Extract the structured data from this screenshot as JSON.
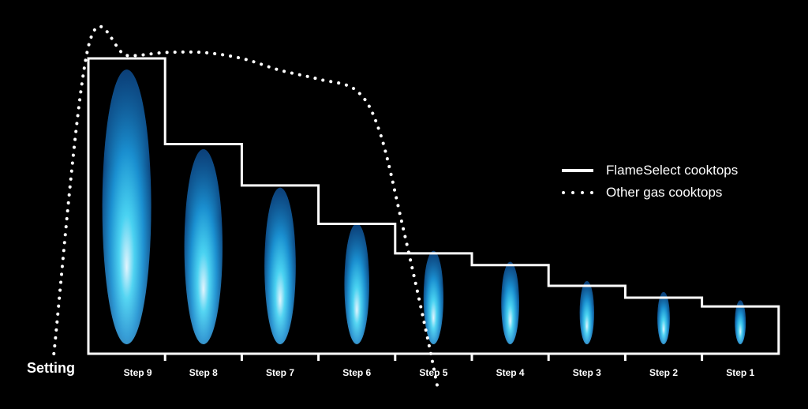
{
  "chart_data": {
    "type": "line",
    "xlabel": "Setting",
    "ylabel": "",
    "categories": [
      "Step 9",
      "Step 8",
      "Step 7",
      "Step 6",
      "Step 5",
      "Step 4",
      "Step 3",
      "Step 2",
      "Step 1"
    ],
    "series": [
      {
        "name": "FlameSelect cooktops",
        "style": "solid",
        "values": [
          100,
          71,
          57,
          44,
          34,
          30,
          23,
          19,
          16
        ]
      },
      {
        "name": "Other gas cooktops",
        "style": "dotted",
        "x": [
          9.45,
          9.0,
          8.5,
          8.0,
          7.5,
          7.0,
          6.5,
          6.0,
          5.5,
          5.2,
          4.9,
          4.6,
          4.45
        ],
        "values": [
          0,
          104,
          101,
          102,
          102,
          100,
          96,
          93,
          89,
          75,
          43,
          8,
          -11
        ]
      }
    ],
    "ylim": [
      -11,
      104
    ],
    "legend": {
      "position": "right"
    },
    "flames": {
      "description_colors": [
        "#0a3b6e",
        "#1f9fd8",
        "#3fd0f0",
        "#e8f8ff"
      ]
    },
    "grid": false
  },
  "colors": {
    "background": "#000000",
    "line": "#ffffff",
    "flame_outer": "#0b3f78",
    "flame_mid": "#1a8fd0",
    "flame_inner": "#49d4f2",
    "flame_core": "#eaf8ff"
  }
}
